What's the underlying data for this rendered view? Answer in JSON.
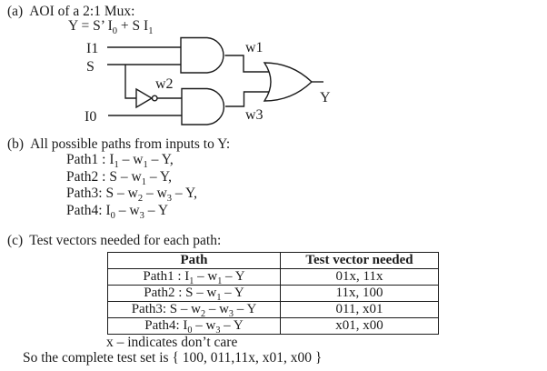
{
  "section_a": {
    "marker": "(a)",
    "heading": "AOI of a 2:1 Mux:",
    "equation": "Y = S’ I~0~ + S I~1~",
    "circuit": {
      "input_i1": "I1",
      "input_s": "S",
      "input_i0": "I0",
      "wire_w1": "w1",
      "wire_w2": "w2",
      "wire_w3": "w3",
      "output_y": "Y"
    }
  },
  "section_b": {
    "marker": "(b)",
    "heading": "All possible paths from inputs to Y:",
    "paths": [
      "Path1 : I~1~ – w~1~ – Y,",
      "Path2 : S – w~1~ – Y,",
      "Path3: S – w~2~ – w~3~ – Y,",
      "Path4: I~0~ – w~3~ – Y"
    ]
  },
  "section_c": {
    "marker": "(c)",
    "heading": "Test vectors needed for each path:",
    "table": {
      "headers": [
        "Path",
        "Test vector needed"
      ],
      "rows": [
        [
          "Path1 : I~1~ – w~1~ – Y",
          "01x, 11x"
        ],
        [
          "Path2 : S – w~1~ – Y",
          "11x, 100"
        ],
        [
          "Path3: S – w~2~ – w~3~ – Y",
          "011, x01"
        ],
        [
          "Path4: I~0~ – w~3~ – Y",
          "x01, x00"
        ]
      ]
    },
    "note": "x – indicates don’t care",
    "conclusion": "So the complete test set is { 100, 011,11x, x01, x00 }"
  },
  "colors": {
    "text": "#1b1b1b",
    "background": "#ffffff",
    "line": "#1b1b1b"
  }
}
